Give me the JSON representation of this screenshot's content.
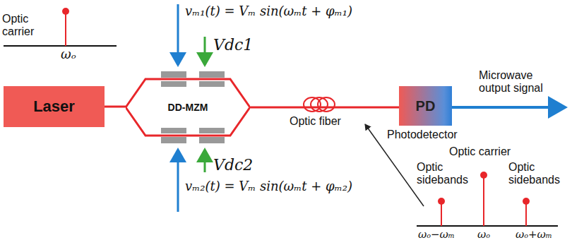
{
  "diagram": {
    "nodes": [
      {
        "text": [
          "Laser"
        ]
      },
      {
        "text": [
          "DD-MZM"
        ]
      },
      {
        "text": [
          "PD"
        ]
      }
    ],
    "edges": [
      {
        "from": 0,
        "to": 1,
        "arrow": "none"
      },
      {
        "from": 1,
        "to": 2,
        "arrow": "none"
      }
    ],
    "labels": [
      "Optic carrier",
      "ωₒ",
      "vₘ₁(t) = Vₘ sin(ωₘt + φₘ₁)",
      "Vdc1",
      "Vdc2",
      "vₘ₂(t) = Vₘ sin(ωₘt + φₘ₂)",
      "Optic fiber",
      "Photodetector",
      "Microwave output signal",
      "Optic carrier",
      "Optic sidebands",
      "Optic sidebands",
      "ωₒ−ωₘ",
      "ωₒ",
      "ωₒ+ωₘ"
    ]
  }
}
